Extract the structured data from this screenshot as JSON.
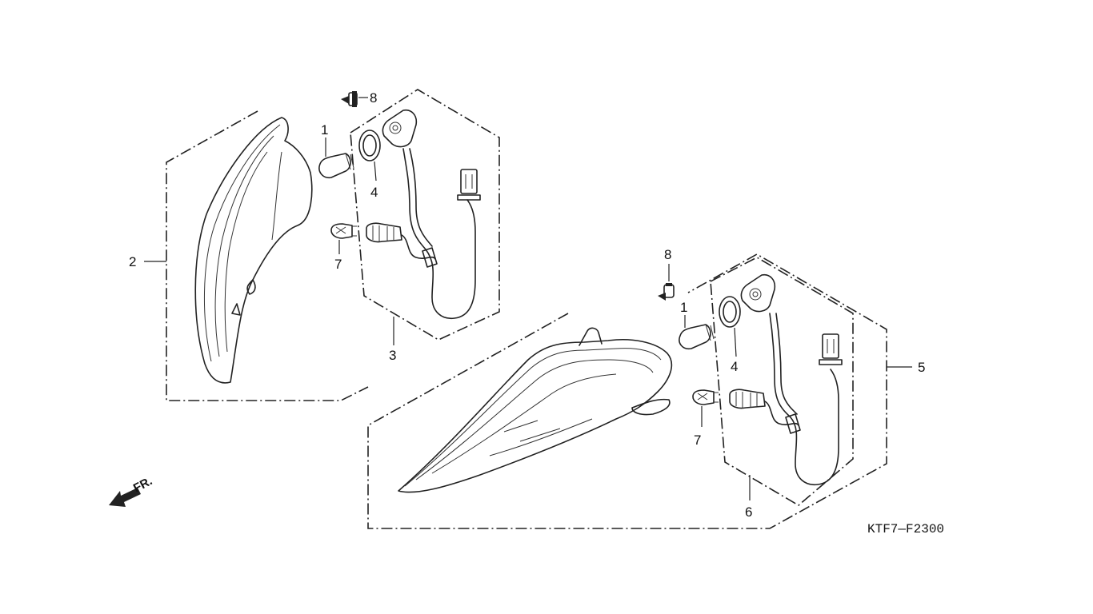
{
  "diagram_code": "KTF7—F2300",
  "direction_label": "FR.",
  "callouts": {
    "c1a": "1",
    "c2": "2",
    "c3": "3",
    "c4a": "4",
    "c7a": "7",
    "c8a": "8",
    "c1b": "1",
    "c4b": "4",
    "c5": "5",
    "c6": "6",
    "c7b": "7",
    "c8b": "8"
  }
}
